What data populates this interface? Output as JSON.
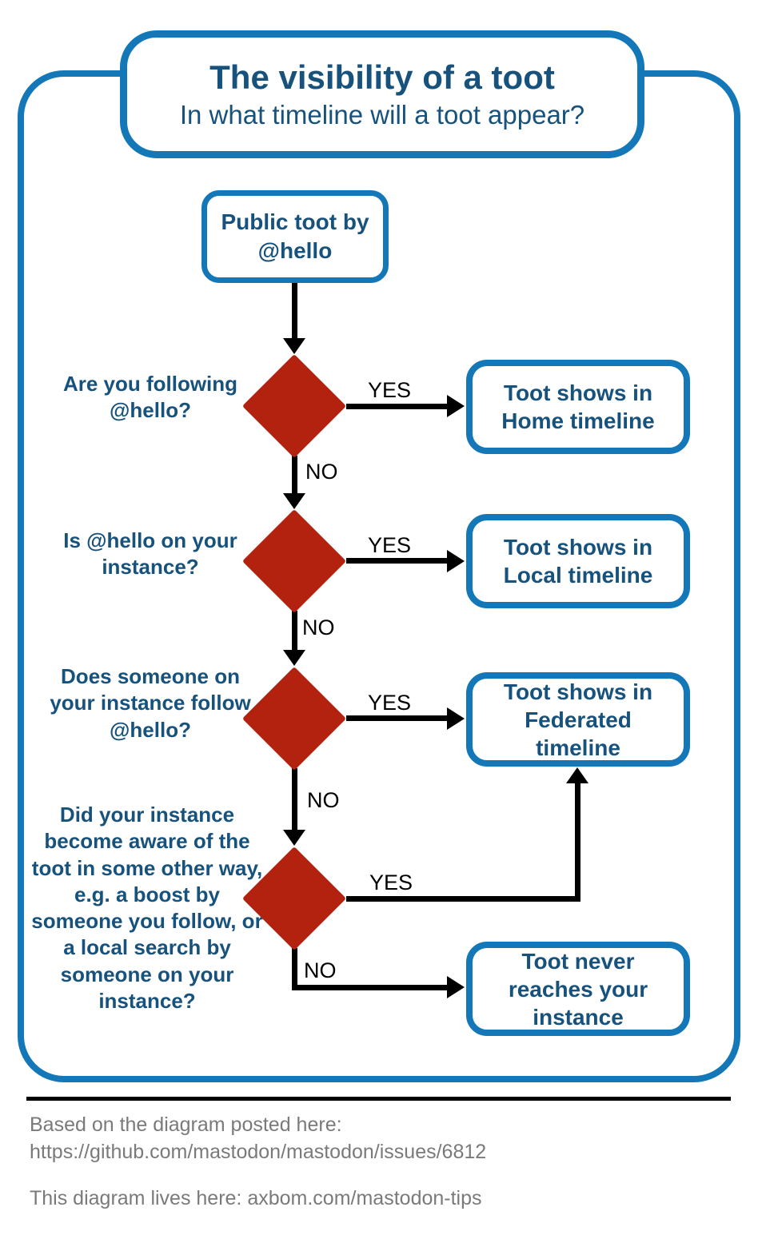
{
  "title": {
    "heading": "The visibility of a toot",
    "subheading": "In what timeline will a toot appear?"
  },
  "flow": {
    "start": "Public toot by @hello",
    "yes_label": "YES",
    "no_label": "NO",
    "questions": [
      "Are you following @hello?",
      "Is @hello on your instance?",
      "Does someone on your instance follow @hello?",
      "Did your instance become aware of the toot in some other way, e.g. a boost by someone you follow, or a local search by someone on your instance?"
    ],
    "results": [
      "Toot shows in Home timeline",
      "Toot shows in Local timeline",
      "Toot shows in Federated timeline",
      "Toot never reaches your instance"
    ]
  },
  "footer": {
    "line1": "Based on the diagram posted here:",
    "line2": "https://github.com/mastodon/mastodon/issues/6812",
    "line3": "This diagram lives here: axbom.com/mastodon-tips"
  },
  "colors": {
    "frame_blue": "#1477b8",
    "text_blue": "#17527d",
    "diamond_red": "#b3220f",
    "line_black": "#000000",
    "footer_gray": "#7a7a7a",
    "bg_white": "#ffffff"
  }
}
